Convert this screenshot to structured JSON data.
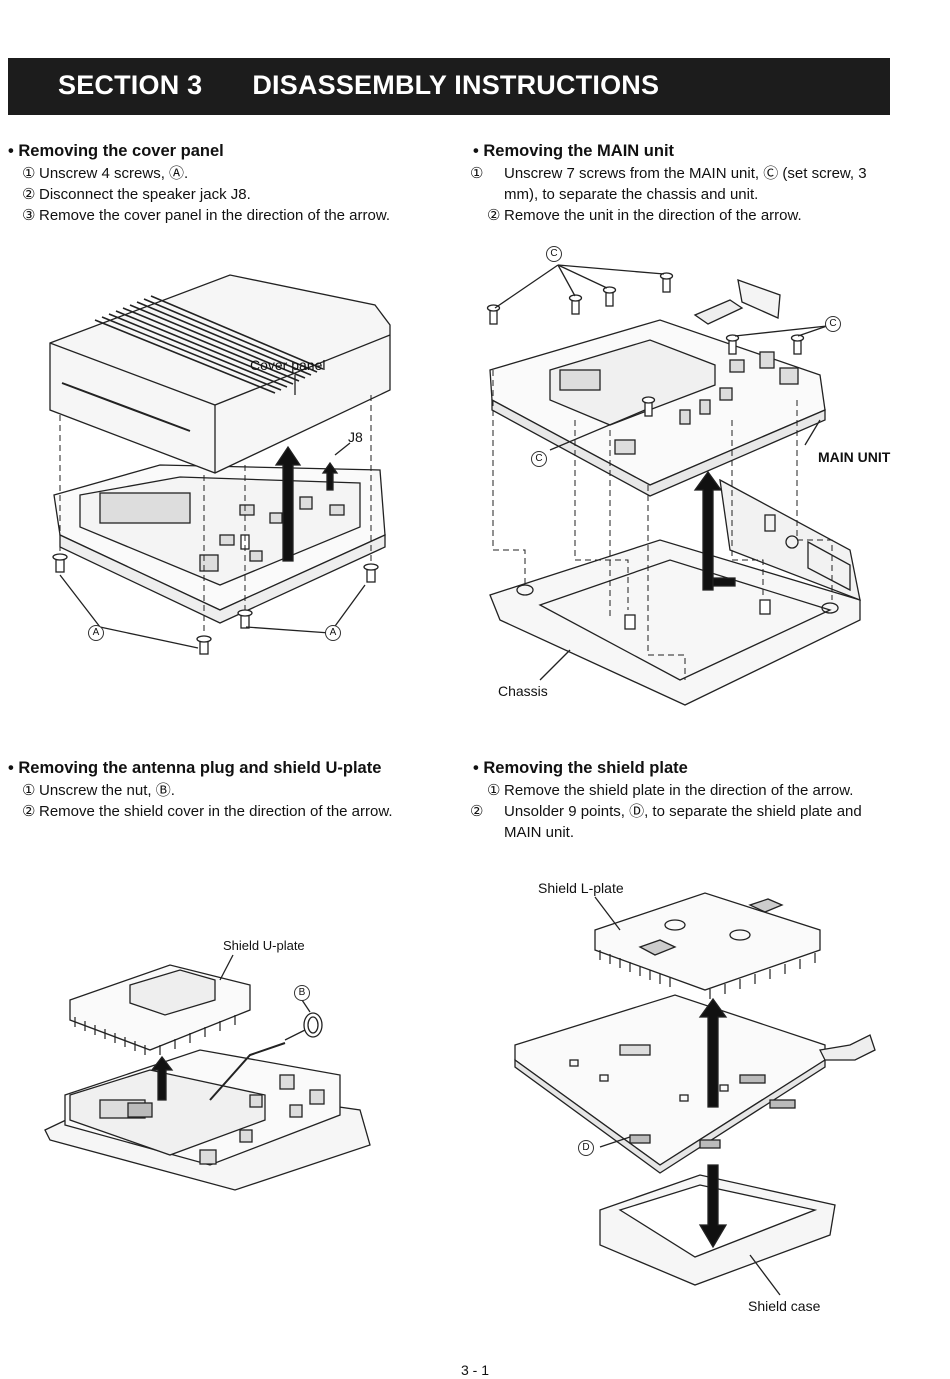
{
  "header": {
    "section": "SECTION 3",
    "title": "DISASSEMBLY INSTRUCTIONS"
  },
  "cover_panel": {
    "heading": "• Removing the cover panel",
    "steps": [
      {
        "num": "①",
        "text": "Unscrew 4 screws, Ⓐ."
      },
      {
        "num": "②",
        "text": "Disconnect the speaker jack J8."
      },
      {
        "num": "③",
        "text": "Remove the cover panel in the direction of the arrow."
      }
    ],
    "labels": {
      "cover_panel": "Cover panel",
      "j8": "J8",
      "a": "A"
    }
  },
  "main_unit": {
    "heading": "• Removing the MAIN unit",
    "steps": [
      {
        "num": "①",
        "text": "Unscrew 7 screws from the MAIN unit, Ⓒ (set screw, 3 mm), to separate the chassis and unit."
      },
      {
        "num": "②",
        "text": "Remove the unit in the direction of the arrow."
      }
    ],
    "labels": {
      "c": "C",
      "main_unit": "MAIN UNIT",
      "chassis": "Chassis"
    }
  },
  "antenna_plug": {
    "heading": "• Removing the antenna plug and shield U-plate",
    "steps": [
      {
        "num": "①",
        "text": "Unscrew the nut, Ⓑ."
      },
      {
        "num": "②",
        "text": "Remove the shield cover in the direction of the arrow."
      }
    ],
    "labels": {
      "shield_u_plate": "Shield U-plate",
      "b": "B"
    }
  },
  "shield_plate": {
    "heading": "• Removing the shield plate",
    "steps": [
      {
        "num": "①",
        "text": "Remove the shield plate in the direction of the arrow."
      },
      {
        "num": "②",
        "text": "Unsolder 9 points, Ⓓ, to separate the shield plate and MAIN unit."
      }
    ],
    "labels": {
      "shield_l_plate": "Shield L-plate",
      "d": "D",
      "shield_case": "Shield case"
    }
  },
  "page_number": "3 - 1"
}
